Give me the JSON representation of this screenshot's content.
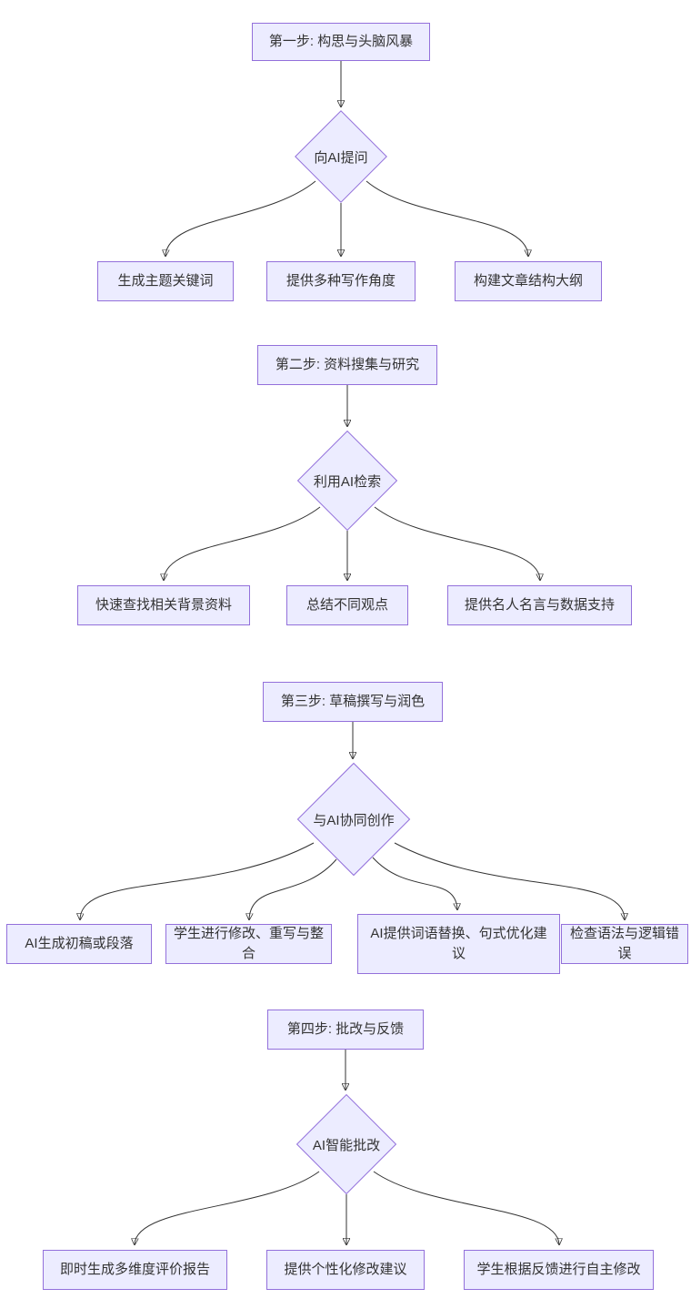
{
  "diagram": {
    "type": "flowchart-top-down",
    "colors": {
      "node_fill": "#ECECFF",
      "node_border": "#9370DB",
      "node_text": "#333333",
      "edge_line": "#333333"
    },
    "sections": [
      {
        "step": "第一步: 构思与头脑风暴",
        "decision": "向AI提问",
        "outputs": [
          "生成主题关键词",
          "提供多种写作角度",
          "构建文章结构大纲"
        ]
      },
      {
        "step": "第二步: 资料搜集与研究",
        "decision": "利用AI检索",
        "outputs": [
          "快速查找相关背景资料",
          "总结不同观点",
          "提供名人名言与数据支持"
        ]
      },
      {
        "step": "第三步: 草稿撰写与润色",
        "decision": "与AI协同创作",
        "outputs": [
          "AI生成初稿或段落",
          "学生进行修改、重写与整合",
          "AI提供词语替换、句式优化建议",
          "检查语法与逻辑错误"
        ]
      },
      {
        "step": "第四步: 批改与反馈",
        "decision": "AI智能批改",
        "outputs": [
          "即时生成多维度评价报告",
          "提供个性化修改建议",
          "学生根据反馈进行自主修改"
        ]
      }
    ]
  }
}
